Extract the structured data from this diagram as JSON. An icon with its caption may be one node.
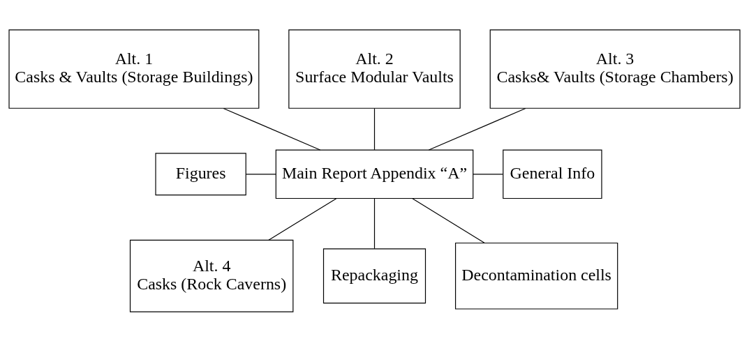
{
  "diagram": {
    "nodes": [
      {
        "text": [
          "Alt. 1",
          "Casks & Vaults (Storage Buildings)"
        ]
      },
      {
        "text": [
          "Alt. 2",
          "Surface Modular Vaults"
        ]
      },
      {
        "text": [
          "Alt. 3",
          "Casks& Vaults (Storage Chambers)"
        ]
      },
      {
        "text": [
          "Figures"
        ]
      },
      {
        "text": [
          "Main Report Appendix “A”"
        ]
      },
      {
        "text": [
          "General Info"
        ]
      },
      {
        "text": [
          "Alt. 4",
          "Casks (Rock Caverns)"
        ]
      },
      {
        "text": [
          "Repackaging"
        ]
      },
      {
        "text": [
          "Decontamination cells"
        ]
      }
    ],
    "edges": [
      {
        "from": 0,
        "to": 4,
        "arrow": "none"
      },
      {
        "from": 1,
        "to": 4,
        "arrow": "none"
      },
      {
        "from": 2,
        "to": 4,
        "arrow": "none"
      },
      {
        "from": 3,
        "to": 4,
        "arrow": "none"
      },
      {
        "from": 4,
        "to": 5,
        "arrow": "none"
      },
      {
        "from": 4,
        "to": 6,
        "arrow": "none"
      },
      {
        "from": 4,
        "to": 7,
        "arrow": "none"
      },
      {
        "from": 4,
        "to": 8,
        "arrow": "none"
      }
    ]
  }
}
